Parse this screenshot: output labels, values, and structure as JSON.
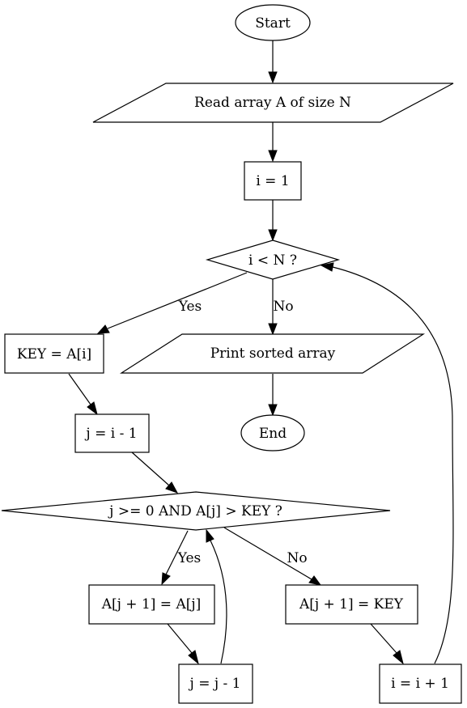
{
  "diagram": {
    "nodes": {
      "start": "Start",
      "read": "Read array A of size N",
      "init_i": "i = 1",
      "cond_i": "i < N ?",
      "key": "KEY = A[i]",
      "print": "Print sorted array",
      "end": "End",
      "init_j": "j = i - 1",
      "cond_j": "j >= 0 AND A[j] > KEY ?",
      "shift": "A[j + 1] = A[j]",
      "insert": "A[j + 1] = KEY",
      "dec_j": "j = j - 1",
      "inc_i": "i = i + 1"
    },
    "edge_labels": {
      "cond_i_yes": "Yes",
      "cond_i_no": "No",
      "cond_j_yes": "Yes",
      "cond_j_no": "No"
    }
  }
}
